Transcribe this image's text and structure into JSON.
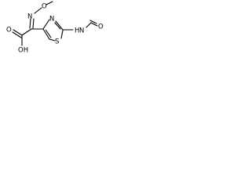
{
  "molecule": {
    "atoms": {
      "oxygen_oxime": "O",
      "nitrogen_oxime": "N",
      "nitrogen_ring": "N",
      "sulfur_ring": "S",
      "amide_nh": "H",
      "amide_n": "N",
      "amide_o": "O",
      "acid_o": "O",
      "acid_oh": "OH"
    }
  }
}
